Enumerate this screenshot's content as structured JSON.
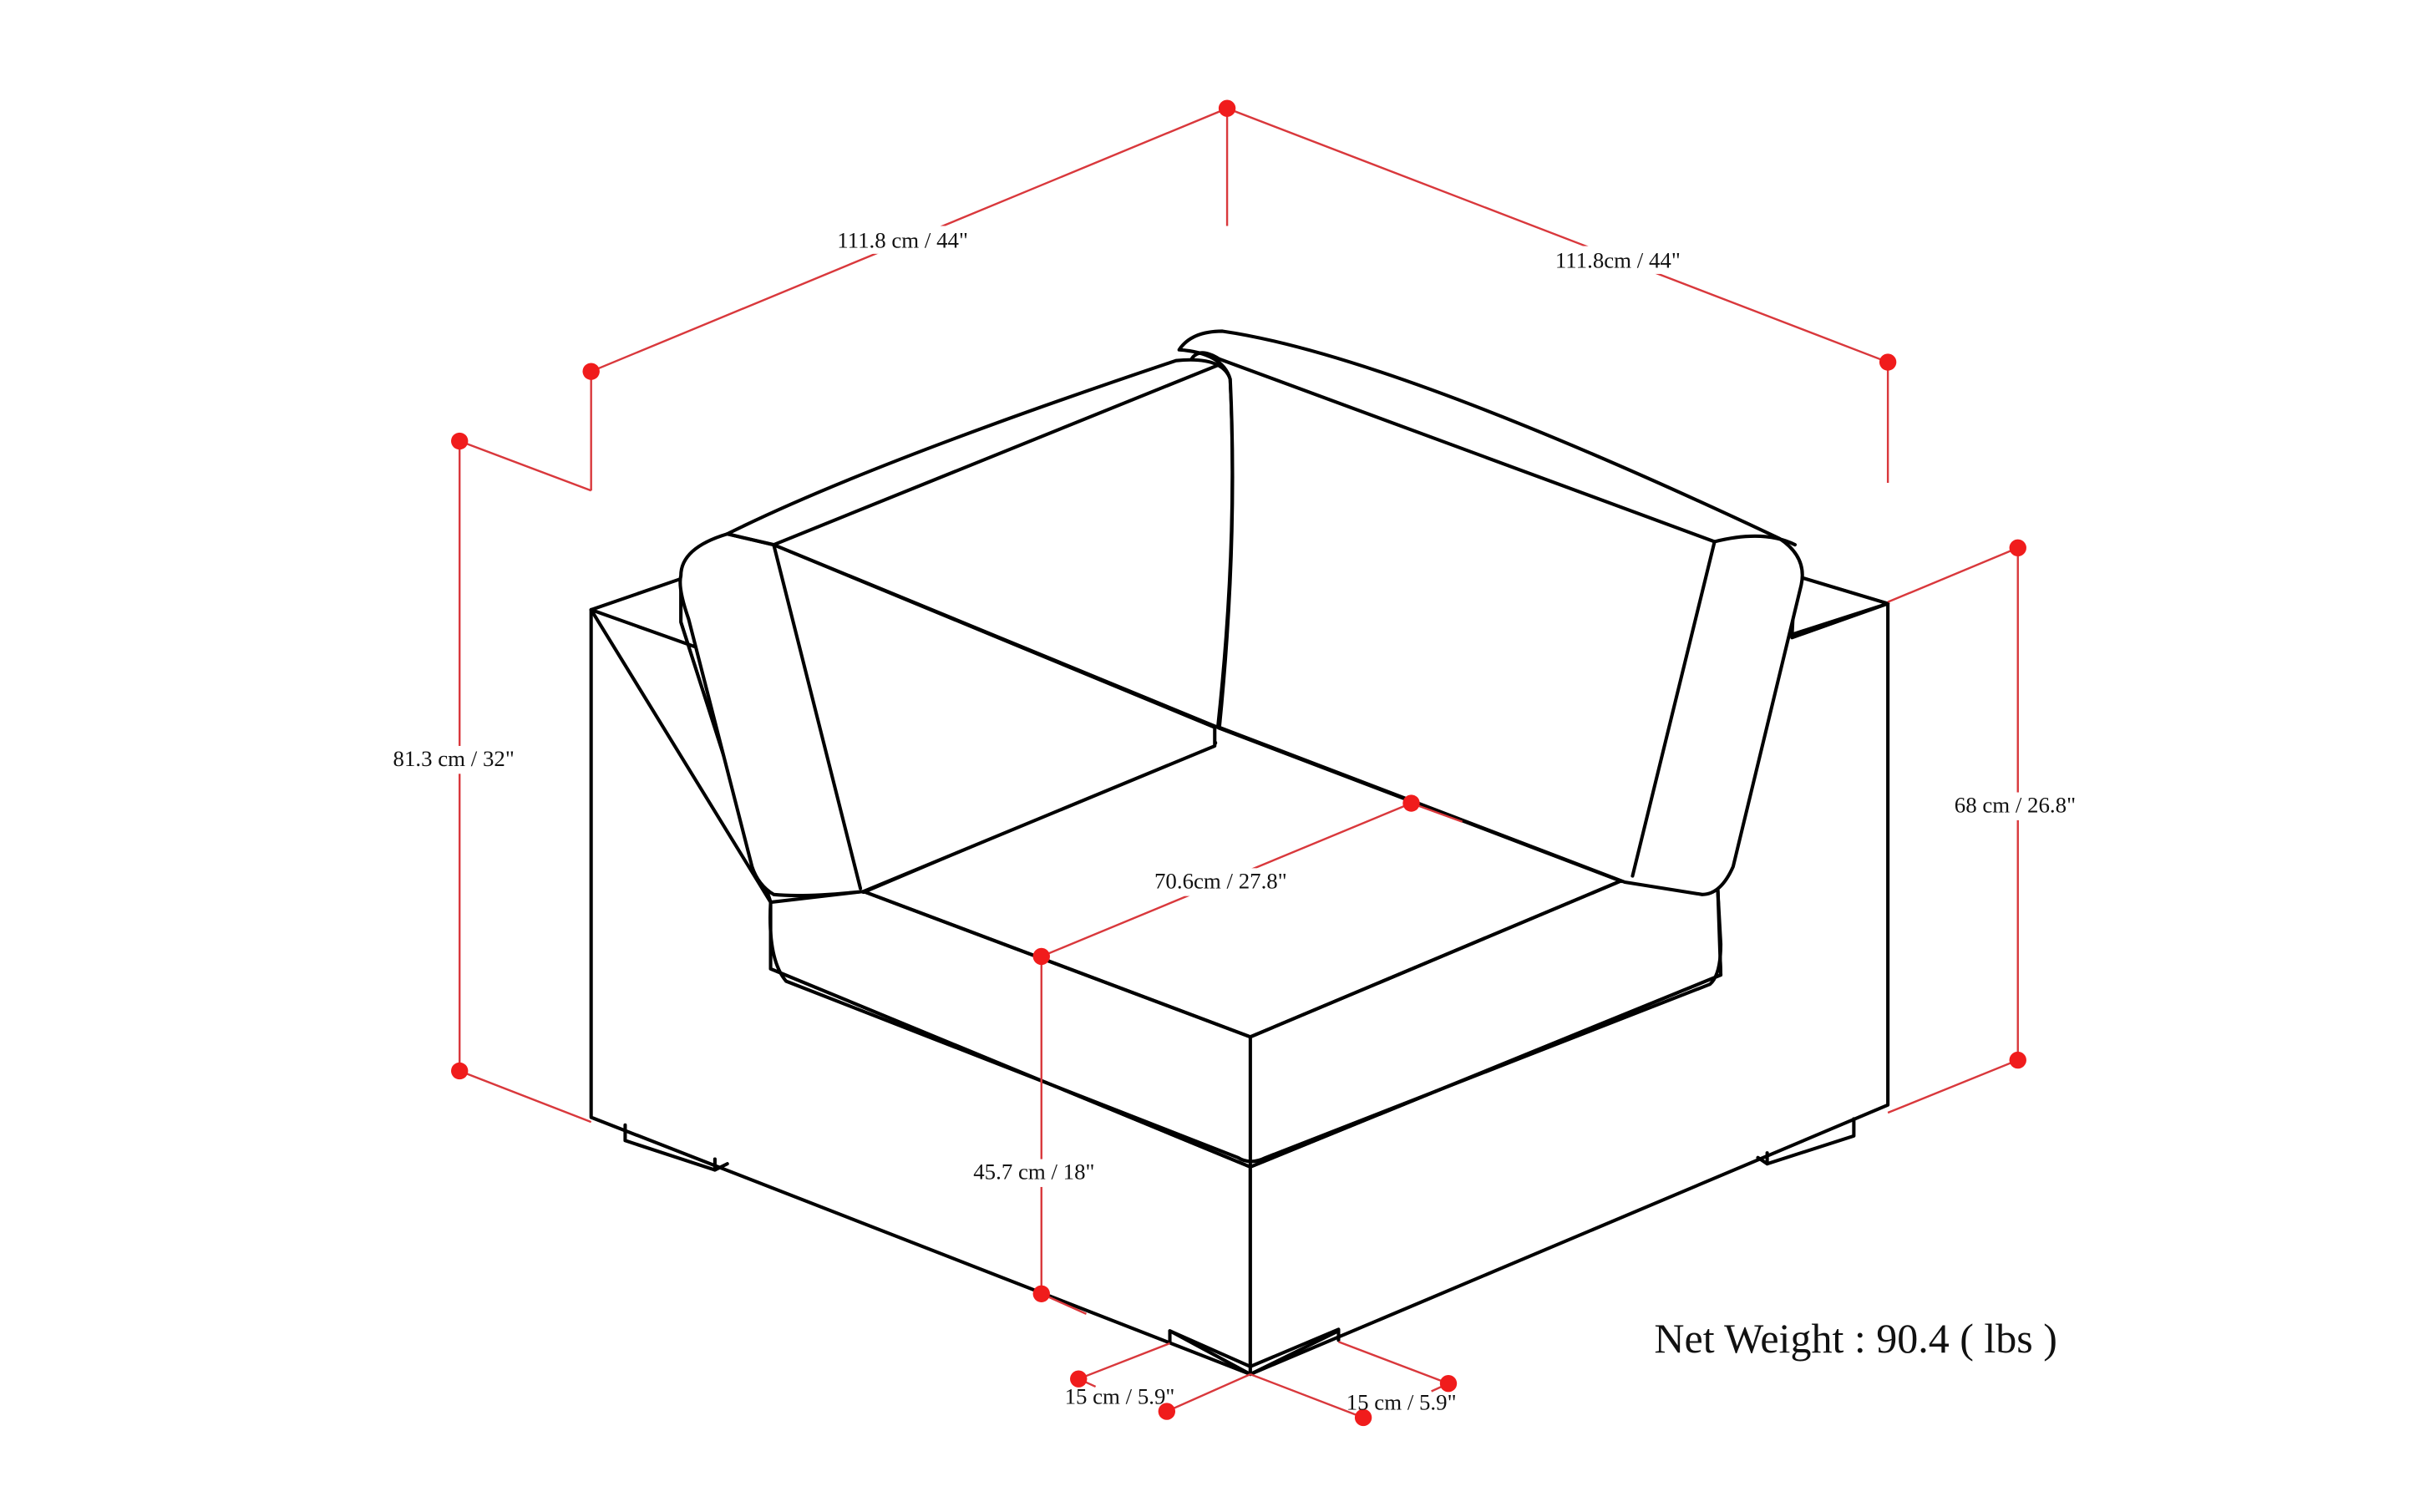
{
  "product": {
    "type": "Corner sofa chair",
    "net_weight_label": "Net Weight : 90.4 ( lbs )"
  },
  "dimensions": {
    "width_left": "111.8 cm / 44\"",
    "width_right": "111.8cm / 44\"",
    "overall_height": "81.3 cm / 32\"",
    "arm_height": "68 cm / 26.8\"",
    "seat_depth": "70.6cm / 27.8\"",
    "seat_height": "45.7 cm / 18\"",
    "leg_left": "15 cm / 5.9\"",
    "leg_right": "15 cm / 5.9\""
  },
  "colors": {
    "dimension_line": "#d9383c",
    "dimension_dot": "#f01c1c",
    "outline": "#000000",
    "background": "#ffffff"
  }
}
